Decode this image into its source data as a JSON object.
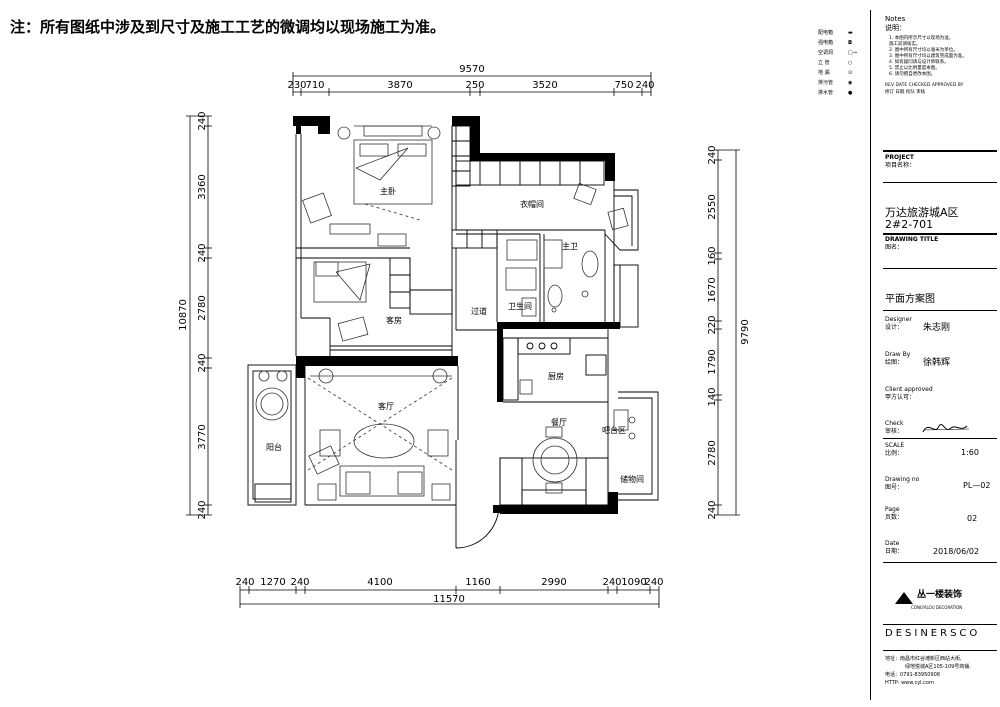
{
  "note": "注：所有图纸中涉及到尺寸及施工工艺的微调均以现场施工为准。",
  "dims": {
    "top_total": "9570",
    "top": [
      "230",
      "710",
      "3870",
      "250",
      "3520",
      "750",
      "240"
    ],
    "bottom": [
      "240",
      "1270",
      "240",
      "4100",
      "1160",
      "2990",
      "240",
      "1090",
      "240"
    ],
    "bottom_total": "11570",
    "left_total": "10870",
    "left": [
      "240",
      "3360",
      "240",
      "2780",
      "240",
      "3770",
      "240"
    ],
    "right_total": "9790",
    "right": [
      "240",
      "2550",
      "160",
      "1670",
      "220",
      "1790",
      "140",
      "2780",
      "240"
    ]
  },
  "rooms": {
    "master": "主卧",
    "closet": "衣帽间",
    "master_bath": "主卫",
    "guest": "客房",
    "hall": "过道",
    "bath": "卫生间",
    "kitchen": "厨房",
    "living": "客厅",
    "balcony": "阳台",
    "dining": "餐厅",
    "bar": "吧台区",
    "storage": "储物间"
  },
  "legend": [
    {
      "label": "配电箱",
      "sym": "▬"
    },
    {
      "label": "强电箱",
      "sym": "◘"
    },
    {
      "label": "空调洞",
      "sym": "□→"
    },
    {
      "label": "立 管",
      "sym": "○"
    },
    {
      "label": "地 漏",
      "sym": "⊙"
    },
    {
      "label": "排污管",
      "sym": "◉"
    },
    {
      "label": "排水管",
      "sym": "●"
    }
  ],
  "title_block": {
    "notes_en": "Notes",
    "notes_cn": "说明：",
    "notes_lines": [
      "1. 本图内所示尺寸以现场为准，",
      "   施工前请核实。",
      "2. 图中所有尺寸均以毫米为单位。",
      "3. 图中所有尺寸均以建筑完成面为准。",
      "4. 如有疑问请与设计师联系。",
      "5. 禁止以比例量度本图。",
      "6. 请勿擅自更改本图。"
    ],
    "rev_header": "REV   DATE   CHECKED   APPROVED   BY",
    "rev_header_cn": "修订   日期   校队         审核",
    "project_en": "PROJECT",
    "project_cn": "项目名称：",
    "project_name": "万达旅游城A区",
    "project_unit": "2#2-701",
    "drawing_title_en": "DRAWING TITLE",
    "drawing_title_cn": "图名：",
    "drawing_title": "平面方案图",
    "designer_en": "Designer",
    "designer_cn": "设计：",
    "designer": "朱志刚",
    "drawby_en": "Draw By",
    "drawby_cn": "绘图：",
    "drawby": "徐韩辉",
    "client_en": "Client approved",
    "client_cn": "甲方认可：",
    "check_en": "Check",
    "check_cn": "审核：",
    "scale_en": "SCALE",
    "scale_cn": "比例：",
    "scale": "1:60",
    "drawingno_en": "Drawing no",
    "drawingno_cn": "图号：",
    "drawingno": "PL—02",
    "page_en": "Page",
    "page_cn": "页数：",
    "page": "02",
    "date_en": "Date",
    "date_cn": "日期：",
    "date": "2018/06/02",
    "company": "丛一楼装饰",
    "company_en": "CONGYILOU DECORATION",
    "designers": "DESINERSCO",
    "address": "地址：南昌市红谷滩新区西站大街,",
    "address2": "绿地悦城A区105-109号商铺.",
    "tel": "电话：0791-83950908",
    "http": "HTTP: www.cyl.com"
  },
  "colors": {
    "wall": "#000000",
    "line": "#333333"
  }
}
